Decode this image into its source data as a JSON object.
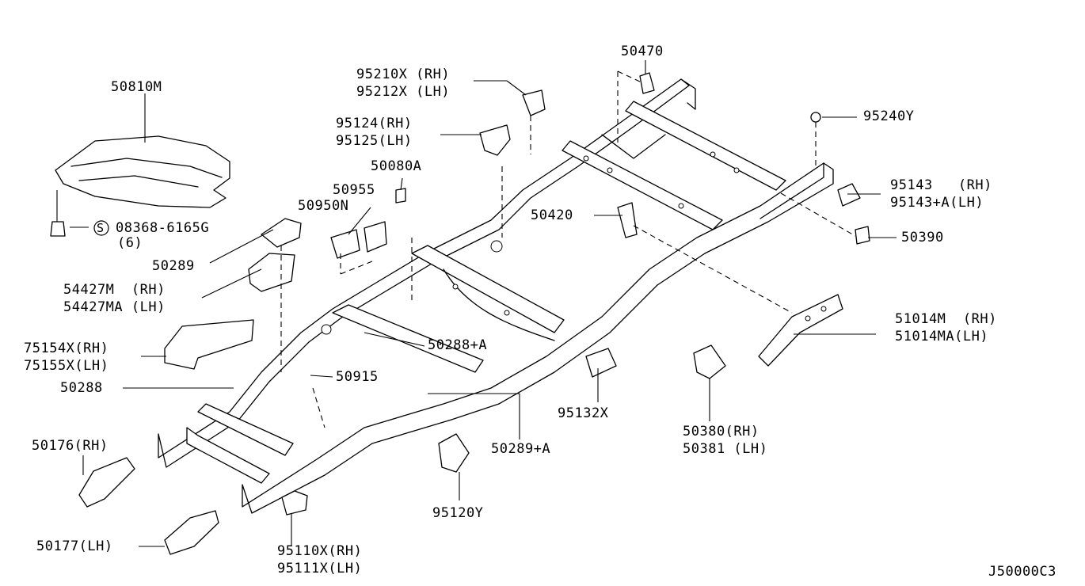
{
  "diagram_code": "J50000C3",
  "callouts": [
    {
      "id": "p50810m",
      "line1": "50810M"
    },
    {
      "id": "p08368",
      "symbol": "S",
      "line1": "08368-6165G",
      "line2": "(6)"
    },
    {
      "id": "p50289",
      "line1": "50289"
    },
    {
      "id": "p54427",
      "line1": "54427M  (RH)",
      "line2": "54427MA (LH)"
    },
    {
      "id": "p75154",
      "line1": "75154X(RH)",
      "line2": "75155X(LH)"
    },
    {
      "id": "p50288",
      "line1": "50288"
    },
    {
      "id": "p50176",
      "line1": "50176(RH)"
    },
    {
      "id": "p50177",
      "line1": "50177(LH)"
    },
    {
      "id": "p95110",
      "line1": "95110X(RH)",
      "line2": "95111X(LH)"
    },
    {
      "id": "p50950n",
      "line1": "50950N"
    },
    {
      "id": "p50955",
      "line1": "50955"
    },
    {
      "id": "p50080a",
      "line1": "50080A"
    },
    {
      "id": "p95124",
      "line1": "95124(RH)",
      "line2": "95125(LH)"
    },
    {
      "id": "p95210",
      "line1": "95210X (RH)",
      "line2": "95212X (LH)"
    },
    {
      "id": "p50470",
      "line1": "50470"
    },
    {
      "id": "p95240y",
      "line1": "95240Y"
    },
    {
      "id": "p95143",
      "line1": "95143   (RH)",
      "line2": "95143+A(LH)"
    },
    {
      "id": "p50420",
      "line1": "50420"
    },
    {
      "id": "p50390",
      "line1": "50390"
    },
    {
      "id": "p51014",
      "line1": "51014M  (RH)",
      "line2": "51014MA(LH)"
    },
    {
      "id": "p50288a",
      "line1": "50288+A"
    },
    {
      "id": "p50915",
      "line1": "50915"
    },
    {
      "id": "p95132x",
      "line1": "95132X"
    },
    {
      "id": "p50380",
      "line1": "50380(RH)",
      "line2": "50381 (LH)"
    },
    {
      "id": "p50289a",
      "line1": "50289+A"
    },
    {
      "id": "p95120y",
      "line1": "95120Y"
    }
  ]
}
